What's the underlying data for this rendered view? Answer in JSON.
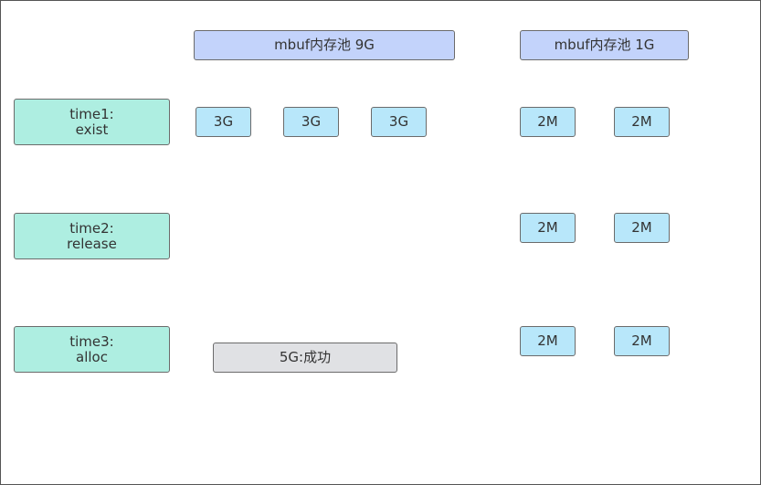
{
  "pools": {
    "pool_9g": "mbuf内存池 9G",
    "pool_1g": "mbuf内存池 1G"
  },
  "rows": [
    {
      "line1": "time1:",
      "line2": "exist"
    },
    {
      "line1": "time2:",
      "line2": "release"
    },
    {
      "line1": "time3:",
      "line2": "alloc"
    }
  ],
  "time1": {
    "large_chunks": [
      "3G",
      "3G",
      "3G"
    ],
    "small_chunks": [
      "2M",
      "2M"
    ]
  },
  "time2": {
    "small_chunks": [
      "2M",
      "2M"
    ]
  },
  "time3": {
    "alloc_result": "5G:成功",
    "small_chunks": [
      "2M",
      "2M"
    ]
  },
  "colors": {
    "pool": "#c3d3fb",
    "chunk": "#b8e7fa",
    "time_label": "#aeeee1",
    "result": "#e0e1e4"
  }
}
